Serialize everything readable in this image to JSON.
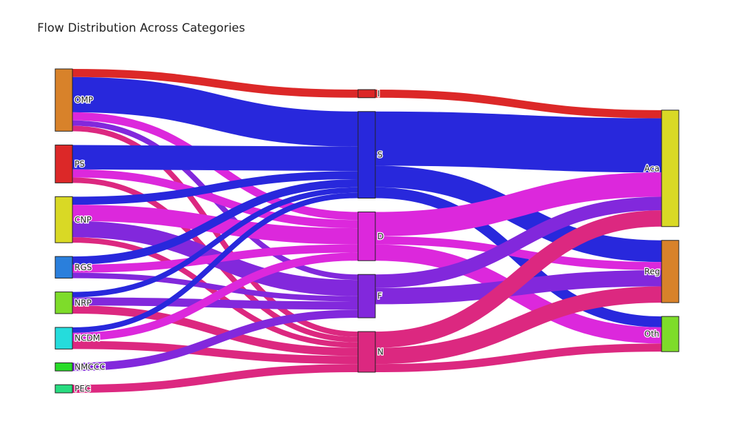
{
  "chart_data": {
    "type": "sankey",
    "title": "Flow Distribution Across Categories",
    "nodes": [
      {
        "id": "OMP",
        "label": "OMP",
        "column": 0,
        "color": "#D8822A"
      },
      {
        "id": "PS",
        "label": "PS",
        "column": 0,
        "color": "#DC2828"
      },
      {
        "id": "CNP",
        "label": "CNP",
        "column": 0,
        "color": "#D9D925"
      },
      {
        "id": "RGS",
        "label": "RGS",
        "column": 0,
        "color": "#2A7FDC"
      },
      {
        "id": "NRP",
        "label": "NRP",
        "column": 0,
        "color": "#7EDC2A"
      },
      {
        "id": "NCDM",
        "label": "NCDM",
        "column": 0,
        "color": "#25DCDC"
      },
      {
        "id": "NMCCC",
        "label": "NMCCC",
        "column": 0,
        "color": "#28DC28"
      },
      {
        "id": "PEC",
        "label": "PEC",
        "column": 0,
        "color": "#28DC80"
      },
      {
        "id": "I",
        "label": "I",
        "column": 1,
        "color": "#DC2828"
      },
      {
        "id": "S",
        "label": "S",
        "column": 1,
        "color": "#2828DC"
      },
      {
        "id": "D",
        "label": "D",
        "column": 1,
        "color": "#DC28DC"
      },
      {
        "id": "F",
        "label": "F",
        "column": 1,
        "color": "#8228DC"
      },
      {
        "id": "N",
        "label": "N",
        "column": 1,
        "color": "#DC2880"
      },
      {
        "id": "Aca",
        "label": "Aca",
        "column": 2,
        "color": "#D9D925"
      },
      {
        "id": "Reg",
        "label": "Reg",
        "column": 2,
        "color": "#D8822A"
      },
      {
        "id": "Oth",
        "label": "Oth",
        "column": 2,
        "color": "#7EDC2A"
      }
    ],
    "links": [
      {
        "source": "OMP",
        "target": "I",
        "value": 3
      },
      {
        "source": "OMP",
        "target": "S",
        "value": 13
      },
      {
        "source": "OMP",
        "target": "D",
        "value": 3
      },
      {
        "source": "OMP",
        "target": "F",
        "value": 2
      },
      {
        "source": "OMP",
        "target": "N",
        "value": 2
      },
      {
        "source": "PS",
        "target": "S",
        "value": 9
      },
      {
        "source": "PS",
        "target": "D",
        "value": 3
      },
      {
        "source": "PS",
        "target": "N",
        "value": 2
      },
      {
        "source": "CNP",
        "target": "S",
        "value": 3
      },
      {
        "source": "CNP",
        "target": "D",
        "value": 6
      },
      {
        "source": "CNP",
        "target": "F",
        "value": 6
      },
      {
        "source": "CNP",
        "target": "N",
        "value": 2
      },
      {
        "source": "RGS",
        "target": "S",
        "value": 3
      },
      {
        "source": "RGS",
        "target": "D",
        "value": 3
      },
      {
        "source": "RGS",
        "target": "F",
        "value": 2
      },
      {
        "source": "NRP",
        "target": "S",
        "value": 2
      },
      {
        "source": "NRP",
        "target": "F",
        "value": 3
      },
      {
        "source": "NRP",
        "target": "N",
        "value": 3
      },
      {
        "source": "NCDM",
        "target": "S",
        "value": 2
      },
      {
        "source": "NCDM",
        "target": "D",
        "value": 3
      },
      {
        "source": "NCDM",
        "target": "N",
        "value": 3
      },
      {
        "source": "NMCCC",
        "target": "F",
        "value": 3
      },
      {
        "source": "PEC",
        "target": "N",
        "value": 3
      },
      {
        "source": "I",
        "target": "Aca",
        "value": 3
      },
      {
        "source": "S",
        "target": "Aca",
        "value": 20
      },
      {
        "source": "S",
        "target": "Reg",
        "value": 8
      },
      {
        "source": "S",
        "target": "Oth",
        "value": 4
      },
      {
        "source": "D",
        "target": "Aca",
        "value": 9
      },
      {
        "source": "D",
        "target": "Reg",
        "value": 3
      },
      {
        "source": "D",
        "target": "Oth",
        "value": 6
      },
      {
        "source": "F",
        "target": "Aca",
        "value": 5
      },
      {
        "source": "F",
        "target": "Reg",
        "value": 6
      },
      {
        "source": "N",
        "target": "Aca",
        "value": 6
      },
      {
        "source": "N",
        "target": "Reg",
        "value": 6
      },
      {
        "source": "N",
        "target": "Oth",
        "value": 3
      }
    ]
  }
}
